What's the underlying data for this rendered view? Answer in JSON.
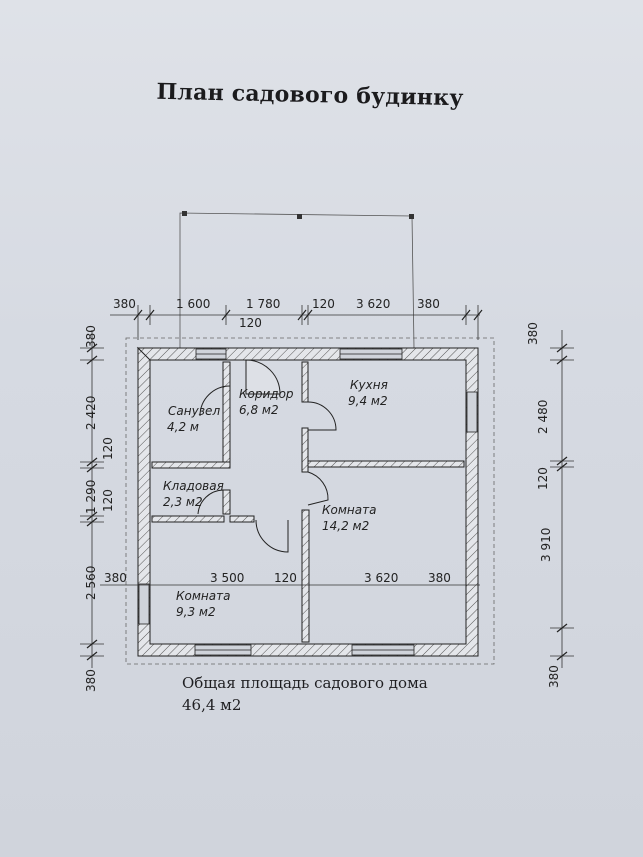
{
  "title": "План садового будинку",
  "rooms": [
    {
      "name": "Коридор",
      "area": "6,8 м2"
    },
    {
      "name": "Кухня",
      "area": "9,4 м2"
    },
    {
      "name": "Санузел",
      "area": "4,2 м"
    },
    {
      "name": "Кладовая",
      "area": "2,3 м2"
    },
    {
      "name": "Комната",
      "area": "14,2 м2"
    },
    {
      "name": "Комната",
      "area": "9,3 м2"
    }
  ],
  "dimensions": {
    "top": [
      "380",
      "1 600",
      "1 780",
      "120",
      "3 620",
      "380"
    ],
    "door_gap": "120",
    "middle": [
      "380",
      "3 500",
      "120",
      "3 620",
      "380"
    ],
    "left": [
      "380",
      "2 420",
      "120",
      "1 290",
      "120",
      "2 560",
      "380"
    ],
    "right": [
      "380",
      "2 480",
      "120",
      "3 910",
      "380"
    ]
  },
  "total": {
    "label": "Общая площадь садового дома",
    "value": "46,4 м2"
  }
}
